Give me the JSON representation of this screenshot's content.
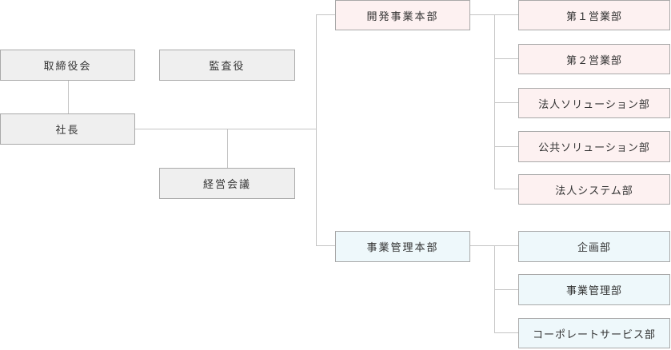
{
  "org": {
    "board": "取締役会",
    "auditor": "監査役",
    "president": "社長",
    "management_meeting": "経営会議",
    "development_hq": {
      "name": "開発事業本部",
      "departments": [
        "第１営業部",
        "第２営業部",
        "法人ソリューション部",
        "公共ソリューション部",
        "法人システム部"
      ]
    },
    "business_management_hq": {
      "name": "事業管理本部",
      "departments": [
        "企画部",
        "事業管理部",
        "コーポレートサービス部"
      ]
    }
  },
  "colors": {
    "executive_fill": "#efefef",
    "development_fill": "#fdf1f1",
    "management_fill": "#eef8fb",
    "border": "#a9a9a9",
    "line": "#c4c4c4"
  }
}
